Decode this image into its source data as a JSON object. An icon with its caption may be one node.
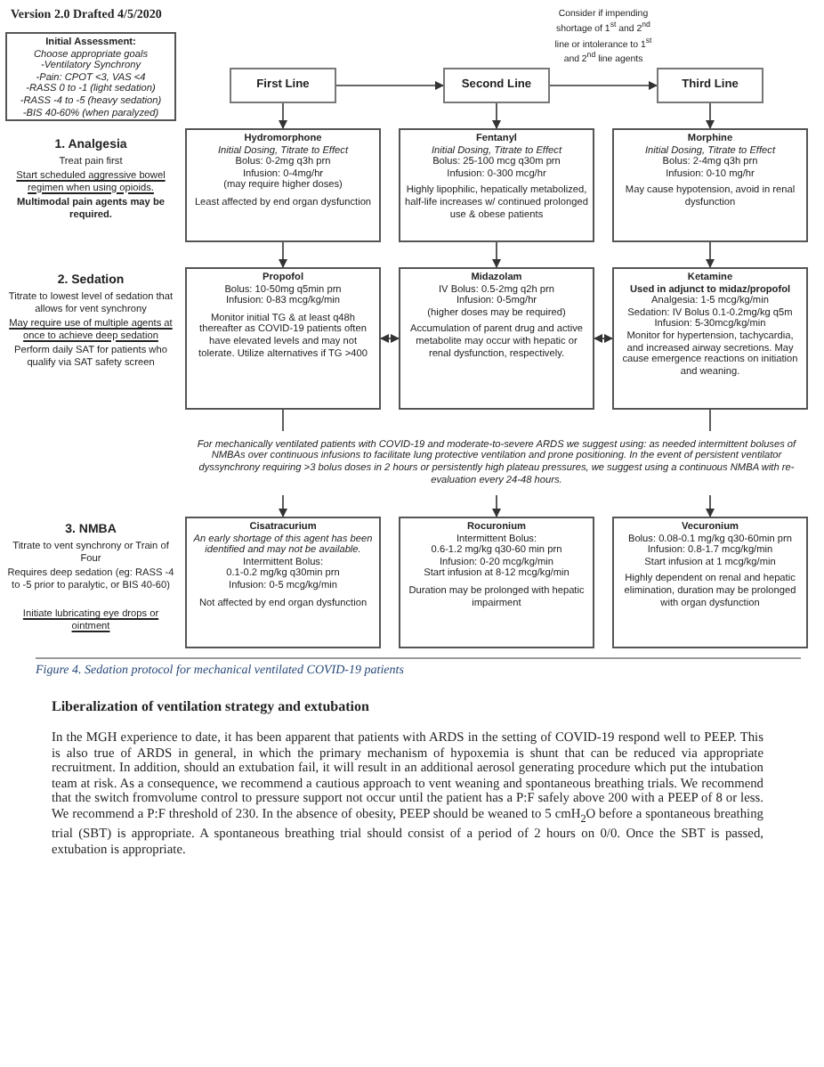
{
  "diagram": {
    "caption": "Figure 4. Sedation protocol for mechanical ventilated COVID-19 patients",
    "nodes": [
      {
        "text": [
          "Initial Assessment:",
          "Choose appropriate goals",
          "-Ventilatory Synchrony",
          "-Pain: CPOT <3, VAS <4",
          "-RASS 0 to -1 (light sedation)",
          "-RASS -4 to -5 (heavy sedation)",
          "-BIS 40-60% (when paralyzed)"
        ]
      },
      {
        "text": [
          "First Line"
        ]
      },
      {
        "text": [
          "Second Line"
        ]
      },
      {
        "text": [
          "Third Line"
        ]
      },
      {
        "text": [
          "Hydromorphone",
          "Initial Dosing, Titrate to Effect",
          "Bolus: 0-2mg q3h prn",
          "Infusion: 0-4mg/hr",
          "(may require higher doses)",
          "Least affected by end organ dysfunction"
        ]
      },
      {
        "text": [
          "Fentanyl",
          "Initial Dosing, Titrate to Effect",
          "Bolus: 25-100 mcg q30m prn",
          "Infusion: 0-300 mcg/hr",
          "Highly lipophilic, hepatically metabolized, half-life increases w/ continued prolonged use & obese patients"
        ]
      },
      {
        "text": [
          "Morphine",
          "Initial Dosing, Titrate to Effect",
          "Bolus: 2-4mg q3h prn",
          "Infusion: 0-10 mg/hr",
          "May cause hypotension, avoid in renal dysfunction"
        ]
      },
      {
        "text": [
          "Propofol",
          "Bolus: 10-50mg q5min prn",
          "Infusion: 0-83 mcg/kg/min",
          "Monitor initial TG & at least q48h thereafter as COVID-19 patients often have elevated levels and may not tolerate. Utilize alternatives if TG >400"
        ]
      },
      {
        "text": [
          "Midazolam",
          "IV Bolus: 0.5-2mg q2h prn",
          "Infusion: 0-5mg/hr",
          "(higher doses may be required)",
          "Accumulation of parent drug and active metabolite may occur with hepatic or renal dysfunction, respectively."
        ]
      },
      {
        "text": [
          "Ketamine",
          "Used in adjunct to midaz/propofol",
          "Analgesia: 1-5 mcg/kg/min",
          "Sedation: IV Bolus 0.1-0.2mg/kg q5m",
          "Infusion: 5-30mcg/kg/min",
          "Monitor for hypertension, tachycardia, and increased airway secretions. May cause emergence reactions on initiation and weaning."
        ]
      },
      {
        "text": [
          "For mechanically ventilated patients with COVID-19 and moderate-to-severe ARDS we suggest using: as needed intermittent boluses of NMBAs over continuous infusions to facilitate lung protective ventilation and prone positioning. In the event of persistent ventilator dyssynchrony requiring >3 bolus doses in 2 hours or persistently high plateau pressures, we suggest using a continuous NMBA with re-evaluation every 24-48 hours."
        ]
      },
      {
        "text": [
          "Cisatracurium",
          "An early shortage of this agent has been identified and may not be available.",
          "Intermittent Bolus:",
          "0.1-0.2 mg/kg q30min prn",
          "Infusion: 0-5 mcg/kg/min",
          "Not affected by end organ dysfunction"
        ]
      },
      {
        "text": [
          "Rocuronium",
          "Intermittent Bolus:",
          "0.6-1.2 mg/kg q30-60 min prn",
          "Infusion: 0-20 mcg/kg/min",
          "Start infusion at 8-12 mcg/kg/min",
          "Duration may be prolonged with hepatic impairment"
        ]
      },
      {
        "text": [
          "Vecuronium",
          "Bolus: 0.08-0.1 mg/kg q30-60min prn",
          "Infusion: 0.8-1.7 mcg/kg/min",
          "Start infusion at 1 mcg/kg/min",
          "Highly dependent on renal and hepatic elimination, duration may be prolonged with organ dysfunction"
        ]
      }
    ],
    "edges": [
      {
        "from": 1,
        "to": 2,
        "arrow": "to"
      },
      {
        "from": 2,
        "to": 3,
        "arrow": "to",
        "label": "Consider if impending shortage of 1$^{st}$ and 2$^{nd}$ line or intolerance to 1$^{st}$ and 2$^{nd}$ line agents"
      },
      {
        "from": 1,
        "to": 4,
        "arrow": "to"
      },
      {
        "from": 2,
        "to": 5,
        "arrow": "to"
      },
      {
        "from": 3,
        "to": 6,
        "arrow": "to"
      },
      {
        "from": 4,
        "to": 7,
        "arrow": "to"
      },
      {
        "from": 5,
        "to": 8,
        "arrow": "to"
      },
      {
        "from": 6,
        "to": 9,
        "arrow": "to"
      },
      {
        "from": 7,
        "to": 8,
        "arrow": "both"
      },
      {
        "from": 8,
        "to": 9,
        "arrow": "both"
      },
      {
        "from": 7,
        "to": 10,
        "arrow": "none"
      },
      {
        "from": 9,
        "to": 10,
        "arrow": "none"
      },
      {
        "from": 10,
        "to": 11,
        "arrow": "to"
      },
      {
        "from": 10,
        "to": 12,
        "arrow": "to"
      },
      {
        "from": 10,
        "to": 13,
        "arrow": "to"
      }
    ],
    "labels": [
      "Version 2.0 Drafted 4/5/2020",
      "1. Analgesia",
      "Treat pain first",
      "Start scheduled aggressive bowel regimen when using opioids.",
      "Multimodal pain agents may be required.",
      "2. Sedation",
      "Titrate to lowest level of sedation that allows for vent synchrony",
      "May require use of multiple agents at once to achieve deep sedation",
      "Perform daily SAT for patients who qualify via SAT safety screen",
      "3. NMBA",
      "Titrate to vent synchrony or Train of Four",
      "Requires deep sedation (eg: RASS -4 to -5 prior to paralytic, or BIS 40-60)",
      "Initiate lubricating eye drops or ointment",
      "Liberalization of ventilation strategy and extubation",
      "In the MGH experience to date, it has been apparent that patients with ARDS in the setting of COVID-19 respond well to PEEP. This is also true of ARDS in general, in which the primary mechanism of hypoxemia is shunt that can be reduced via appropriate recruitment. In addition, should an extubation fail, it will result in an additional aerosol generating procedure which put the intubation team at risk. As a consequence, we recommend a cautious approach to vent weaning and spontaneous breathing trials. We recommend that the switch fromvolume control to pressure support not occur until the patient has a P:F safely above 200 with a PEEP of 8 or less. We recommend a P:F threshold of 230. In the absence of obesity, PEEP should be weaned to 5 cmH$_{2}$O before a spontaneous breathing trial (SBT) is appropriate. A spontaneous breathing trial should consist of a period of 2 hours on 0/0. Once the SBT is passed, extubation is appropriate."
    ]
  }
}
